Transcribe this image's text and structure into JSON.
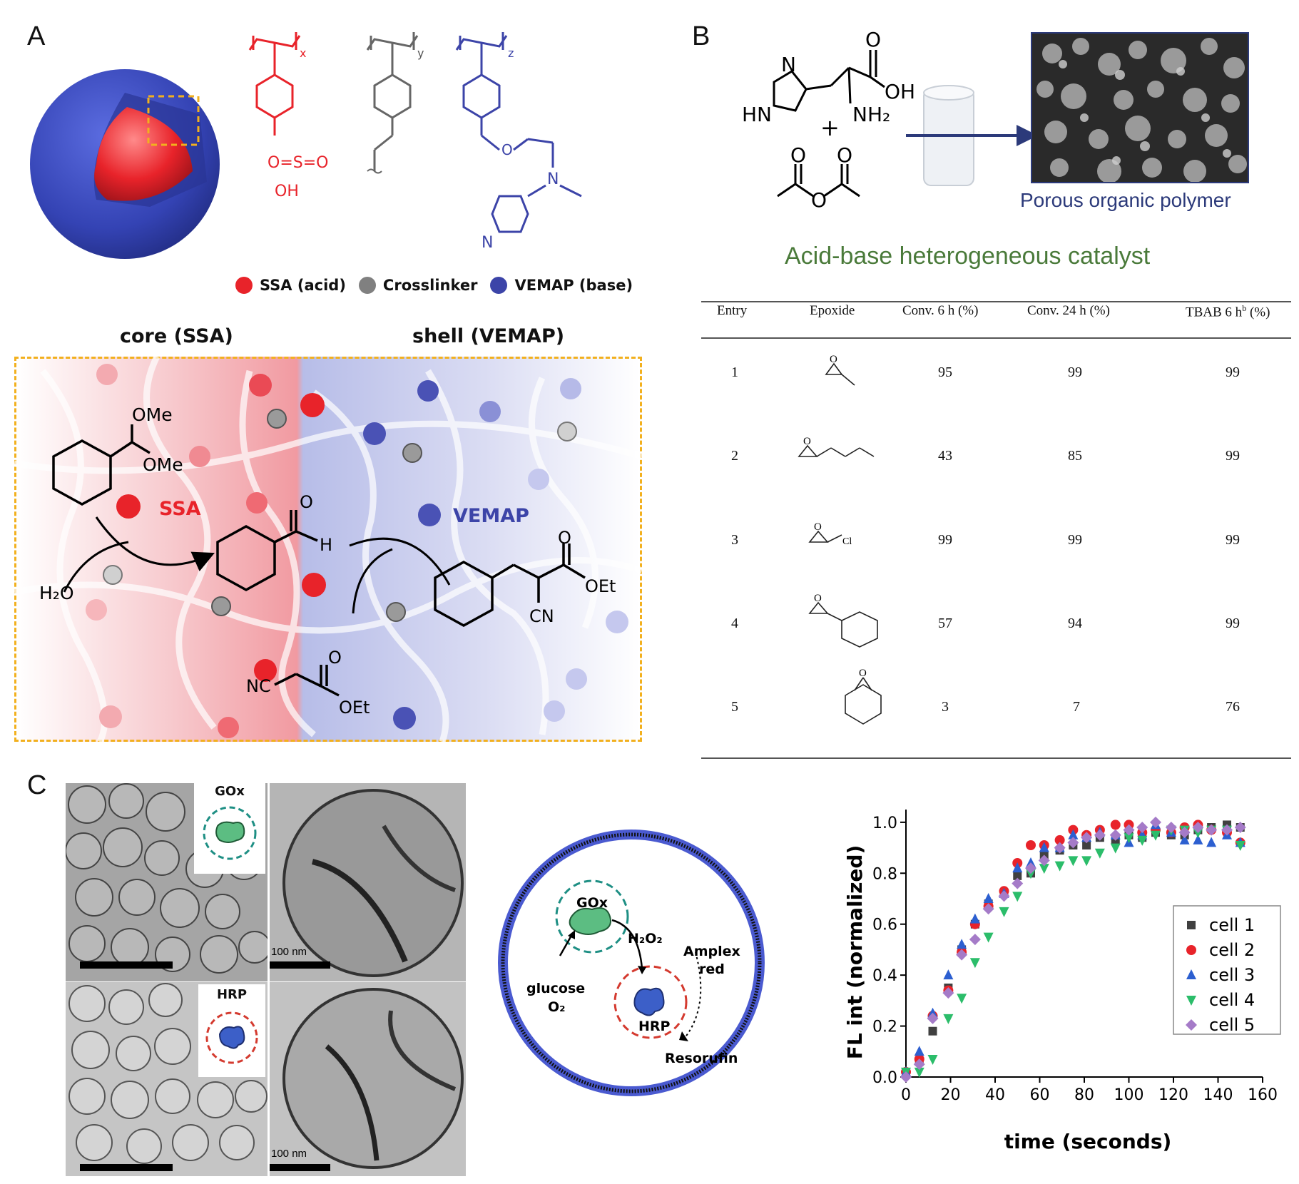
{
  "panels": {
    "A": {
      "letter": "A",
      "polymer_units": {
        "x": "x",
        "y": "y",
        "z": "z"
      },
      "chem_labels": {
        "sulfonic": "O=S=O",
        "oh": "OH",
        "n": "N",
        "n_pyridine": "N"
      },
      "legend": [
        {
          "label": "SSA (acid)",
          "color": "#e8232a"
        },
        {
          "label": "Crosslinker",
          "color": "#808080"
        },
        {
          "label": "VEMAP (base)",
          "color": "#3c44a8"
        }
      ],
      "core_label": "core (SSA)",
      "shell_label": "shell (VEMAP)",
      "reaction": {
        "ome1": "OMe",
        "ome2": "OMe",
        "ssa": "SSA",
        "vemap": "VEMAP",
        "h2o": "H₂O",
        "o_aldehyde": "O",
        "h_aldehyde": "H",
        "nc": "NC",
        "o_ester": "O",
        "oet_ester": "OEt",
        "o_product": "O",
        "oet_product": "OEt",
        "cn_product": "CN"
      }
    },
    "B": {
      "letter": "B",
      "labels": {
        "n_top": "N",
        "hn": "HN",
        "nh2": "NH₂",
        "o_top": "O",
        "oh": "OH",
        "plus": "+",
        "o1": "O",
        "o2": "O",
        "o3": "O"
      },
      "polymer_caption": "Porous organic polymer",
      "catalyst_caption": "Acid-base heterogeneous catalyst",
      "table": {
        "headers": [
          "Entry",
          "Epoxide",
          "Conv. 6 h (%)",
          "Conv. 24 h (%)",
          "TBAB 6 h^b (%)"
        ],
        "rows": [
          {
            "entry": "1",
            "epoxide": "propylene oxide",
            "conv6": "95",
            "conv24": "99",
            "tbab": "99"
          },
          {
            "entry": "2",
            "epoxide": "1,2-epoxyhexane",
            "conv6": "43",
            "conv24": "85",
            "tbab": "99"
          },
          {
            "entry": "3",
            "epoxide": "epichlorohydrin",
            "conv6": "99",
            "conv24": "99",
            "tbab": "99"
          },
          {
            "entry": "4",
            "epoxide": "styrene oxide",
            "conv6": "57",
            "conv24": "94",
            "tbab": "99"
          },
          {
            "entry": "5",
            "epoxide": "cyclohexene oxide",
            "conv6": "3",
            "conv24": "7",
            "tbab": "76"
          }
        ],
        "o_labels": [
          "O",
          "O",
          "O",
          "O",
          "O"
        ],
        "cl": "Cl"
      }
    },
    "C": {
      "letter": "C",
      "gox_label": "GOx",
      "hrp_label": "HRP",
      "scale_top": "100 nm",
      "scale_bottom": "100 nm",
      "cascade": {
        "gox": "GOx",
        "h2o2": "H₂O₂",
        "amplex1": "Amplex",
        "amplex2": "red",
        "glucose": "glucose",
        "o2": "O₂",
        "hrp": "HRP",
        "resorufin": "Resorufin"
      }
    }
  },
  "colors": {
    "acid_red": "#e8232a",
    "base_blue": "#3c44a8",
    "crosslinker_grey": "#808080",
    "dashed_orange": "#f2b01e",
    "catalyst_green": "#4a7a3a",
    "polymer_blue": "#3a4592",
    "gox_teal": "#1e8f84",
    "hrp_red": "#d43a2f"
  },
  "chart_data": {
    "type": "scatter",
    "xlabel": "time (seconds)",
    "ylabel": "FL int (normalized)",
    "xlim": [
      0,
      160
    ],
    "ylim": [
      0,
      1.05
    ],
    "xticks": [
      "0",
      "20",
      "40",
      "60",
      "80",
      "100",
      "120",
      "140",
      "160"
    ],
    "yticks": [
      "0.0",
      "0.2",
      "0.4",
      "0.6",
      "0.8",
      "1.0"
    ],
    "legend_position": "right",
    "x": [
      0,
      6,
      12,
      19,
      25,
      31,
      37,
      44,
      50,
      56,
      62,
      69,
      75,
      81,
      87,
      94,
      100,
      106,
      112,
      119,
      125,
      131,
      137,
      144,
      150
    ],
    "series": [
      {
        "name": "cell 1",
        "marker": "square",
        "color": "#404040",
        "values": [
          0.01,
          0.06,
          0.18,
          0.35,
          0.5,
          0.6,
          0.68,
          0.72,
          0.79,
          0.8,
          0.87,
          0.89,
          0.91,
          0.91,
          0.94,
          0.93,
          0.95,
          0.94,
          0.96,
          0.95,
          0.95,
          0.97,
          0.98,
          0.99,
          0.98
        ]
      },
      {
        "name": "cell 2",
        "marker": "circle",
        "color": "#e8232a",
        "values": [
          0.02,
          0.07,
          0.24,
          0.34,
          0.49,
          0.6,
          0.67,
          0.73,
          0.84,
          0.91,
          0.91,
          0.93,
          0.97,
          0.95,
          0.97,
          0.99,
          0.99,
          0.96,
          0.97,
          0.96,
          0.98,
          0.99,
          0.97,
          0.96,
          0.92
        ]
      },
      {
        "name": "cell 3",
        "marker": "triangle",
        "color": "#2c5fd0",
        "values": [
          0.02,
          0.1,
          0.25,
          0.4,
          0.52,
          0.62,
          0.7,
          0.72,
          0.82,
          0.84,
          0.9,
          0.9,
          0.95,
          0.94,
          0.96,
          0.95,
          0.92,
          0.95,
          0.99,
          0.96,
          0.93,
          0.93,
          0.92,
          0.95,
          0.92
        ]
      },
      {
        "name": "cell 4",
        "marker": "triangle-down",
        "color": "#2bbd6a",
        "values": [
          0.02,
          0.02,
          0.07,
          0.23,
          0.31,
          0.45,
          0.55,
          0.65,
          0.71,
          0.8,
          0.82,
          0.83,
          0.85,
          0.85,
          0.88,
          0.9,
          0.94,
          0.93,
          0.95,
          0.97,
          0.97,
          0.96,
          0.97,
          0.97,
          0.91
        ]
      },
      {
        "name": "cell 5",
        "marker": "diamond",
        "color": "#a57bc8",
        "values": [
          0.0,
          0.05,
          0.23,
          0.33,
          0.48,
          0.54,
          0.66,
          0.71,
          0.76,
          0.82,
          0.85,
          0.9,
          0.92,
          0.94,
          0.95,
          0.95,
          0.97,
          0.98,
          1.0,
          0.98,
          0.96,
          0.98,
          0.97,
          0.97,
          0.98
        ]
      }
    ]
  }
}
